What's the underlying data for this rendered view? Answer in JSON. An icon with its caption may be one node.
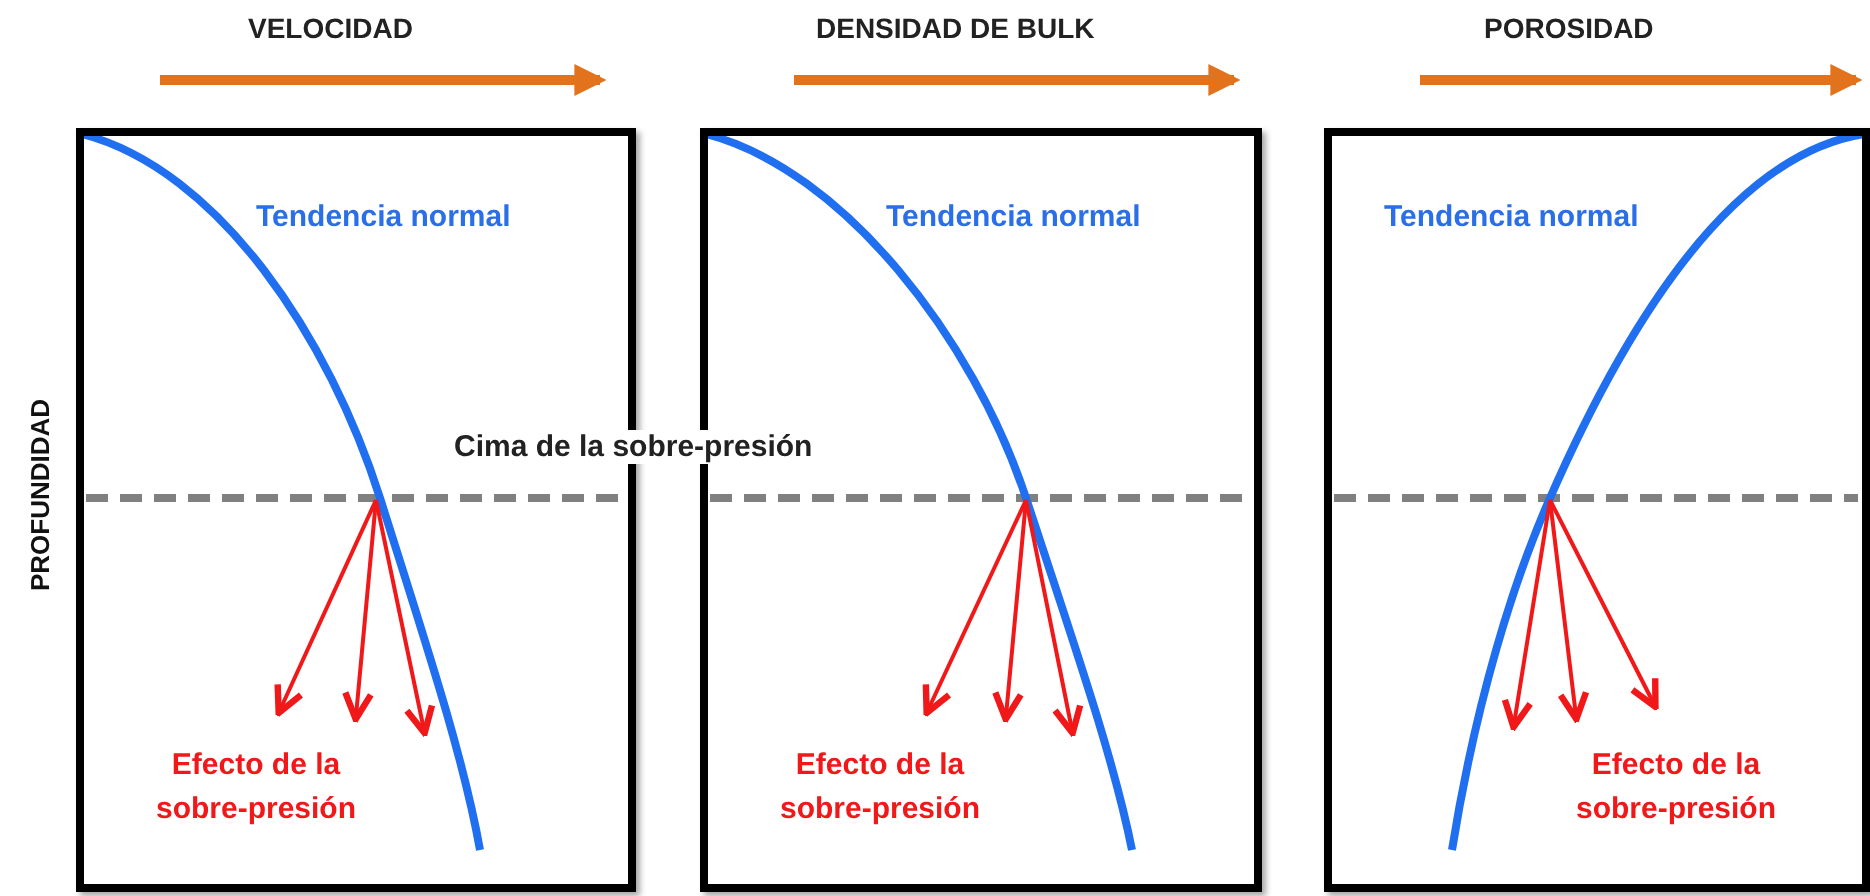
{
  "diagram": {
    "nodes": [
      {
        "text": [
          "VELOCIDAD",
          "Tendencia normal",
          "Efecto de la sobre-presión"
        ]
      },
      {
        "text": [
          "DENSIDAD DE BULK",
          "Tendencia normal",
          "Efecto de la sobre-presión"
        ]
      },
      {
        "text": [
          "POROSIDAD",
          "Tendencia normal",
          "Efecto de la sobre-presión"
        ]
      }
    ],
    "labels": [
      "PROFUNDIDAD",
      "Cima de la sobre-presión"
    ]
  }
}
